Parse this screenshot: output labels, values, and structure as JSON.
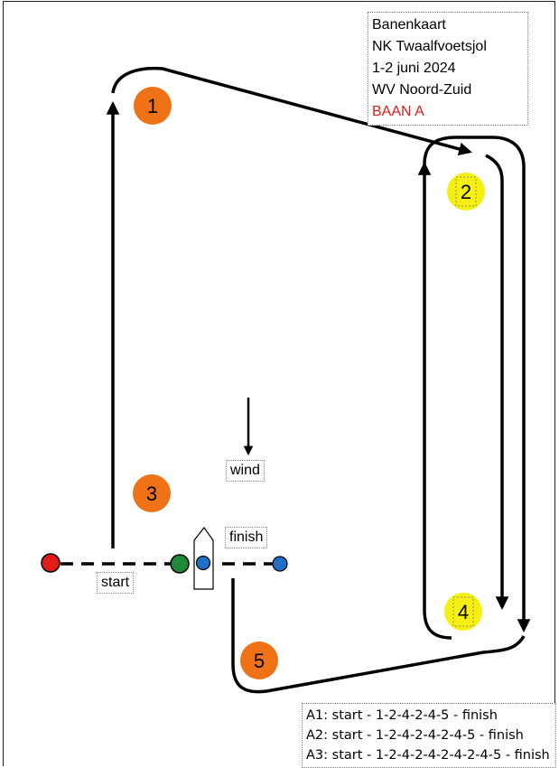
{
  "header": {
    "line1": "Banenkaart",
    "line2": "NK Twaalfvoetsjol",
    "line3": "1-2 juni 2024",
    "line4": "WV Noord-Zuid",
    "line5": "BAAN A"
  },
  "labels": {
    "wind": "wind",
    "finish": "finish",
    "start": "start"
  },
  "marks": [
    {
      "number": "1",
      "color": "#f07216",
      "type": "mark"
    },
    {
      "number": "2",
      "color": "#f5f011",
      "type": "mark"
    },
    {
      "number": "3",
      "color": "#f07216",
      "type": "mark"
    },
    {
      "number": "4",
      "color": "#f5f011",
      "type": "mark"
    },
    {
      "number": "5",
      "color": "#f07216",
      "type": "mark"
    }
  ],
  "buoys": {
    "start_pin_color": "#e21b1b",
    "start_committee_color": "#1d8a3a",
    "finish_color": "#1f6fc9"
  },
  "courses": [
    "A1: start - 1-2-4-2-4-5 - finish",
    "A2: start - 1-2-4-2-4-2-4-5 - finish",
    "A3: start - 1-2-4-2-4-2-4-2-4-5 - finish"
  ],
  "colors": {
    "accent_red": "#e01b1b",
    "orange_mark": "#f07216",
    "yellow_mark": "#f5f011"
  }
}
